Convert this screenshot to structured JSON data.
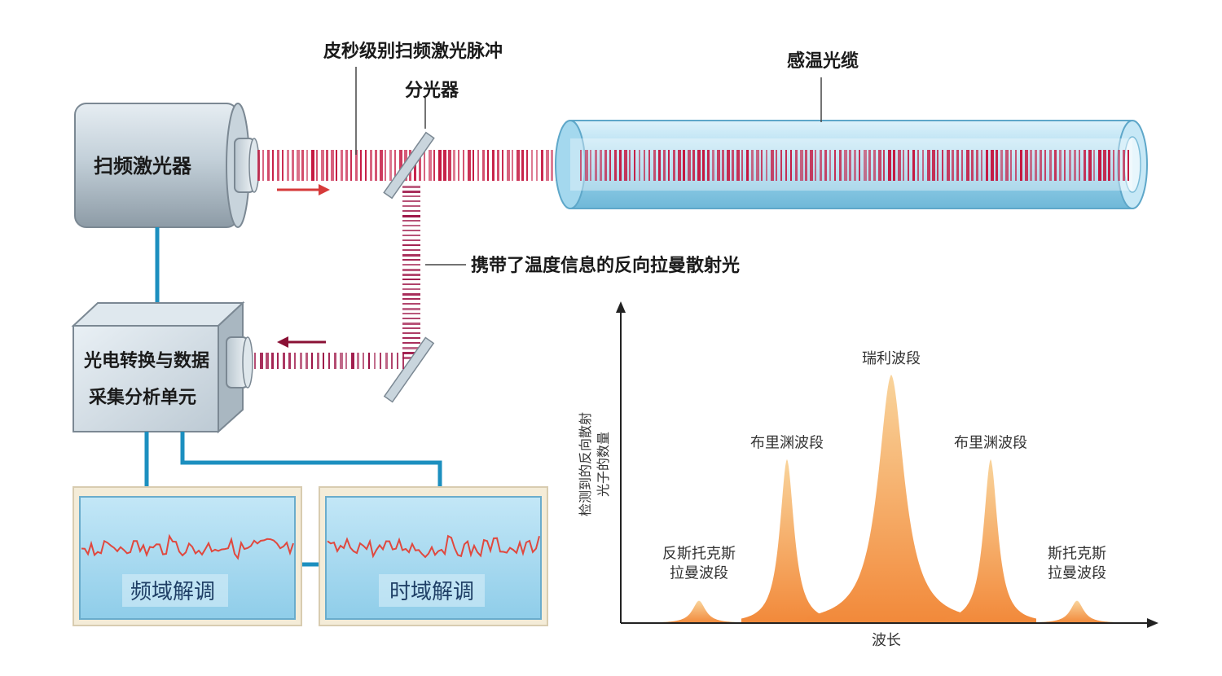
{
  "labels": {
    "laser": "扫频激光器",
    "pulse": "皮秒级别扫频激光脉冲",
    "splitter": "分光器",
    "cable": "感温光缆",
    "backscatter": "携带了温度信息的反向拉曼散射光",
    "unit_line1": "光电转换与数据",
    "unit_line2": "采集分析单元",
    "freq_demod": "频域解调",
    "time_demod": "时域解调"
  },
  "spectrum": {
    "ylabel_line1": "检测到的反向散射",
    "ylabel_line2": "光子的数量",
    "xlabel": "波长",
    "peaks": [
      {
        "id": "anti-stokes",
        "line1": "反斯托克斯",
        "line2": "拉曼波段",
        "relative_height": 0.09
      },
      {
        "id": "brillouin-left",
        "line1": "布里渊波段",
        "line2": "",
        "relative_height": 0.66
      },
      {
        "id": "rayleigh",
        "line1": "瑞利波段",
        "line2": "",
        "relative_height": 1.0
      },
      {
        "id": "brillouin-right",
        "line1": "布里渊波段",
        "line2": "",
        "relative_height": 0.66
      },
      {
        "id": "stokes",
        "line1": "斯托克斯",
        "line2": "拉曼波段",
        "relative_height": 0.09
      }
    ]
  },
  "colors": {
    "pulse": "#c4163f",
    "wire": "#1c8fbf",
    "peak_top": "#f8c98a",
    "peak_bottom": "#f28a3a",
    "screen": "#a9dcf2",
    "signal": "#e0483e"
  }
}
